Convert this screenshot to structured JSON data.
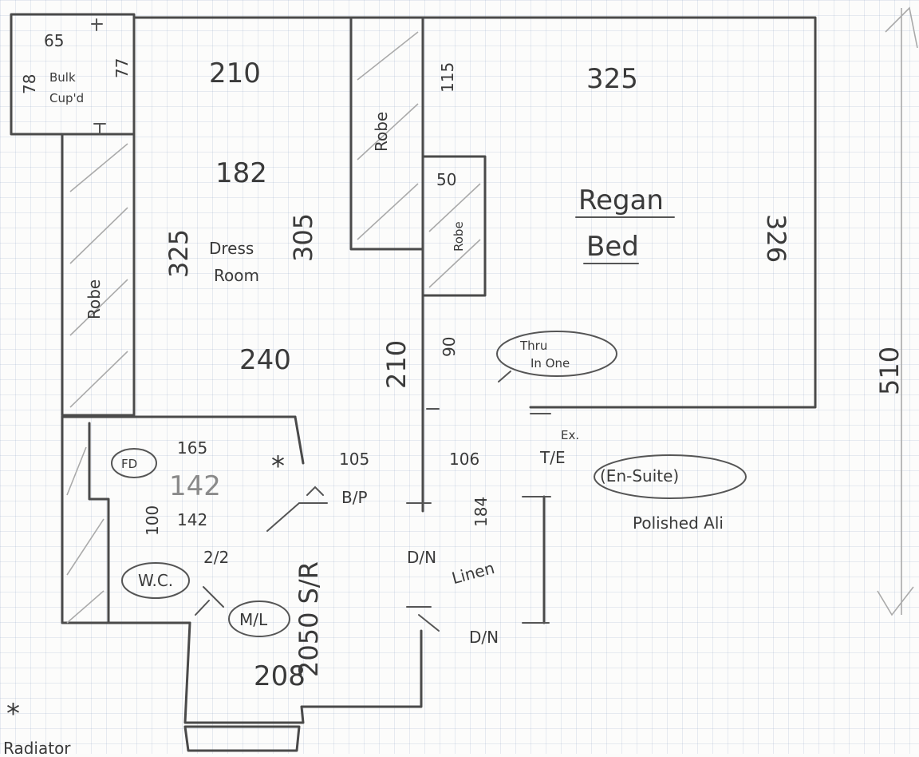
{
  "labels": {
    "bulk_cupd_w": "65",
    "bulk_cupd_h": "78",
    "bulk_cupd_side": "77",
    "bulk_cupd_line1": "Bulk",
    "bulk_cupd_line2": "Cup'd",
    "dress_top": "210",
    "dress_182": "182",
    "dress_325": "325",
    "dress_305": "305",
    "dress_240": "240",
    "dress_room_line1": "Dress",
    "dress_room_line2": "Room",
    "robe_left": "Robe",
    "robe_mid": "Robe",
    "robe_small": "Robe",
    "robe_mid_115": "115",
    "robe_small_50": "50",
    "bed_width": "325",
    "bed_height": "326",
    "bed_line1": "Regan",
    "bed_line2": "Bed",
    "thru_line1": "Thru",
    "thru_line2": "In One",
    "hall_210": "210",
    "hall_90": "90",
    "total_width": "510",
    "wc_165": "165",
    "wc_142": "142",
    "wc_100": "100",
    "wc_label": "W.C.",
    "wc_2_2": "2/2",
    "fd_label": "FD",
    "star": "*",
    "bp_105": "105",
    "bp_label": "B/P",
    "hall_106": "106",
    "hall_184": "184",
    "ex_label": "Ex.",
    "te_label": "T/E",
    "ensuite_label": "(En-Suite)",
    "polished": "Polished Ali",
    "dn_1": "D/N",
    "dn_2": "D/N",
    "linen": "Linen",
    "sr_label": "2050 S/R",
    "ml_label": "M/L",
    "laundry_208": "208",
    "footnote_star": "*",
    "footnote_text": "Radiator"
  },
  "colors": {
    "ink": "#3a3a3a",
    "wall": "#4a4a4a",
    "grid": "#c4cfdd",
    "paper": "#fcfcfb"
  }
}
